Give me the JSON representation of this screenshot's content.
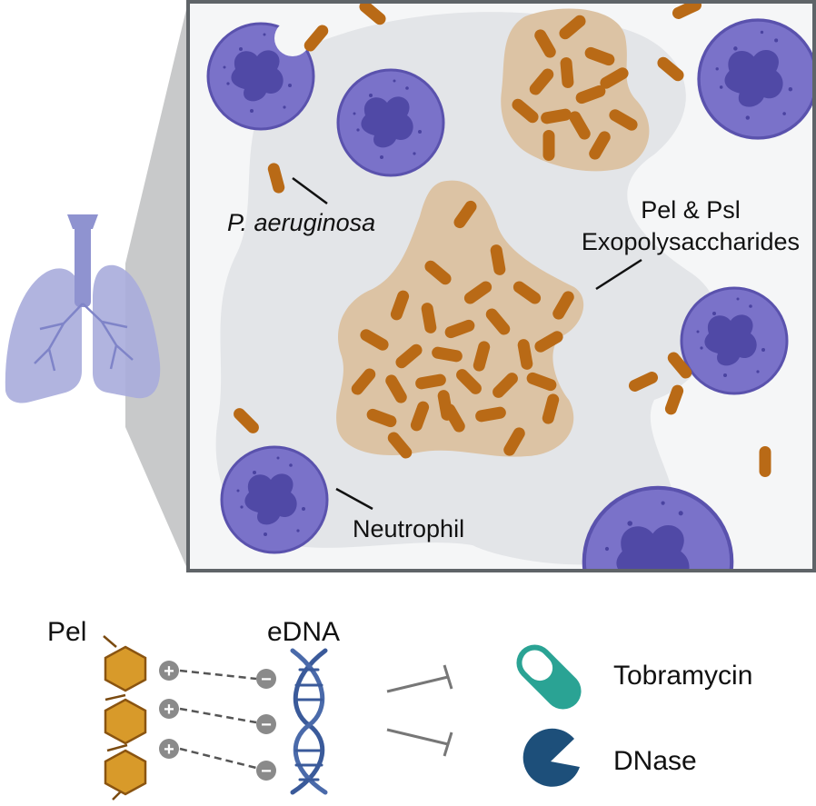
{
  "labels": {
    "bacteria": "P. aeruginosa",
    "eps_line1": "Pel & Psl",
    "eps_line2": "Exopolysaccharides",
    "neutrophil": "Neutrophil",
    "pel": "Pel",
    "edna": "eDNA",
    "tobramycin": "Tobramycin",
    "dnase": "DNase"
  },
  "charges": {
    "positive": "+",
    "negative": "−"
  },
  "icons": {
    "lungs": "lungs-icon",
    "pel_chain": "hexagon-chain-icon",
    "edna": "dna-helix-icon",
    "tobramycin": "capsule-icon",
    "dnase": "pacman-enzyme-icon",
    "inhibition": "inhibition-arrow-icon"
  },
  "colors": {
    "frame": "#5f6468",
    "background": "#f5f6f7",
    "matrix_haze": "#e3e5e8",
    "eps_matrix": "#dcc3a4",
    "bacterium": "#b96a16",
    "neutrophil_body": "#7a72c9",
    "neutrophil_nucleus": "#5049a6",
    "lung": "#a9acdc",
    "hexagon": "#d89a2a",
    "dna": "#3a5a9a",
    "capsule": "#2aa394",
    "dnase": "#1d4f7a",
    "inhibit": "#777777"
  }
}
